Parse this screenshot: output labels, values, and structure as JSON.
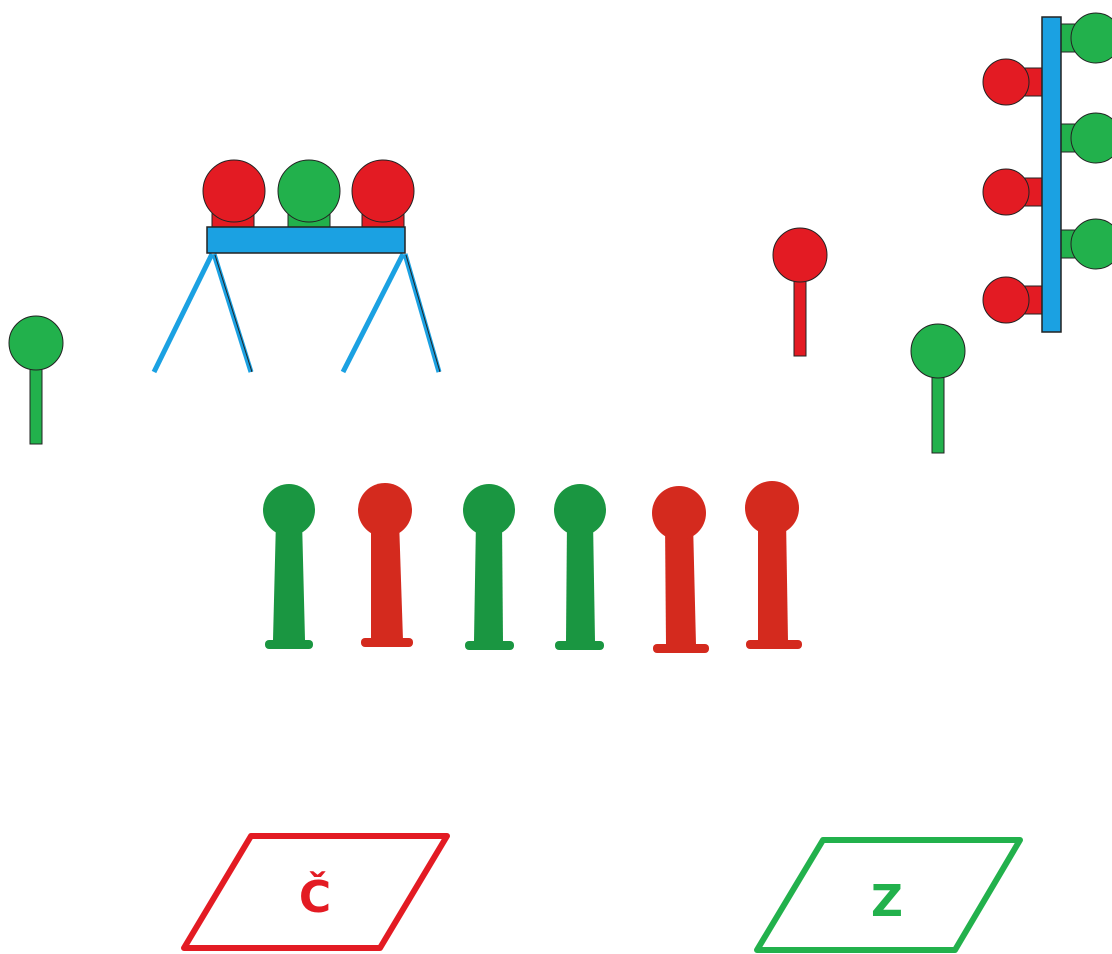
{
  "colors": {
    "red": "#e31b23",
    "red_dark": "#d42a1e",
    "green": "#22b14c",
    "green_dark": "#1a9641",
    "blue": "#1ba1e2",
    "outline": "#222222"
  },
  "boxes": {
    "red_label": "Č",
    "green_label": "Z"
  },
  "targets": {
    "stand_plates": [
      "red",
      "green",
      "red"
    ],
    "tree_plates": [
      "green",
      "red",
      "green",
      "red",
      "green",
      "red"
    ],
    "poppers": [
      "green",
      "red",
      "green",
      "green",
      "red",
      "red"
    ],
    "single_posts": [
      "green",
      "red",
      "green"
    ]
  }
}
